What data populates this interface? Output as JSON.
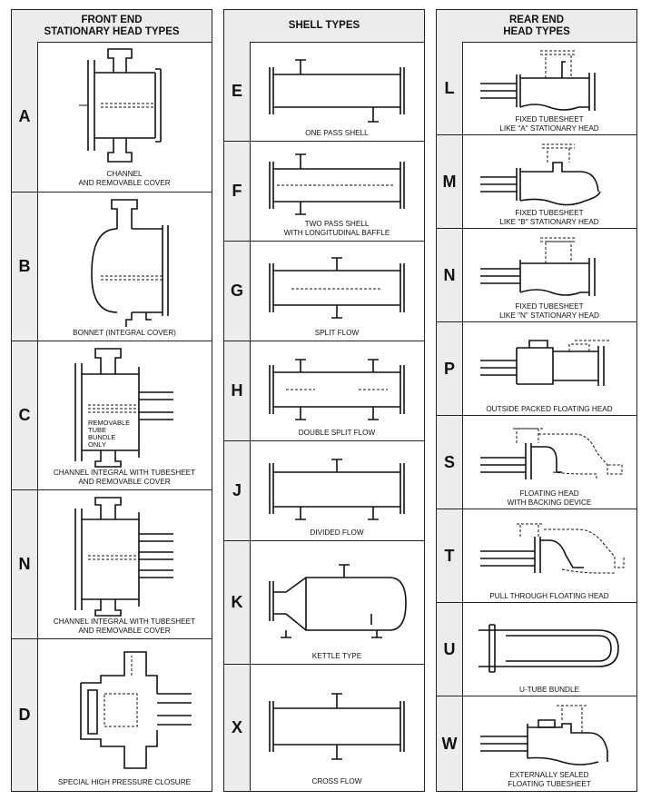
{
  "columns": {
    "front": {
      "title": "FRONT END\nSTATIONARY HEAD TYPES",
      "rows": [
        {
          "letter": "A",
          "caption": "CHANNEL\nAND REMOVABLE COVER"
        },
        {
          "letter": "B",
          "caption": "BONNET (INTEGRAL COVER)"
        },
        {
          "letter": "C",
          "caption": "CHANNEL INTEGRAL WITH TUBESHEET\nAND REMOVABLE COVER"
        },
        {
          "letter": "N",
          "caption": "CHANNEL INTEGRAL WITH TUBESHEET\nAND REMOVABLE COVER"
        },
        {
          "letter": "D",
          "caption": "SPECIAL HIGH PRESSURE CLOSURE"
        }
      ],
      "annotation": "REMOVABLE\nTUBE\nBUNDLE\nONLY"
    },
    "shell": {
      "title": "SHELL TYPES",
      "rows": [
        {
          "letter": "E",
          "caption": "ONE PASS SHELL"
        },
        {
          "letter": "F",
          "caption": "TWO PASS SHELL\nWITH LONGITUDINAL BAFFLE"
        },
        {
          "letter": "G",
          "caption": "SPLIT FLOW"
        },
        {
          "letter": "H",
          "caption": "DOUBLE SPLIT FLOW"
        },
        {
          "letter": "J",
          "caption": "DIVIDED FLOW"
        },
        {
          "letter": "K",
          "caption": "KETTLE TYPE"
        },
        {
          "letter": "X",
          "caption": "CROSS FLOW"
        }
      ]
    },
    "rear": {
      "title": "REAR END\nHEAD TYPES",
      "rows": [
        {
          "letter": "L",
          "caption": "FIXED TUBESHEET\nLIKE \"A\" STATIONARY HEAD"
        },
        {
          "letter": "M",
          "caption": "FIXED TUBESHEET\nLIKE \"B\" STATIONARY HEAD"
        },
        {
          "letter": "N",
          "caption": "FIXED TUBESHEET\nLIKE \"N\" STATIONARY HEAD"
        },
        {
          "letter": "P",
          "caption": "OUTSIDE PACKED FLOATING HEAD"
        },
        {
          "letter": "S",
          "caption": "FLOATING HEAD\nWITH BACKING DEVICE"
        },
        {
          "letter": "T",
          "caption": "PULL THROUGH FLOATING HEAD"
        },
        {
          "letter": "U",
          "caption": "U-TUBE BUNDLE"
        },
        {
          "letter": "W",
          "caption": "EXTERNALLY SEALED\nFLOATING TUBESHEET"
        }
      ]
    }
  }
}
